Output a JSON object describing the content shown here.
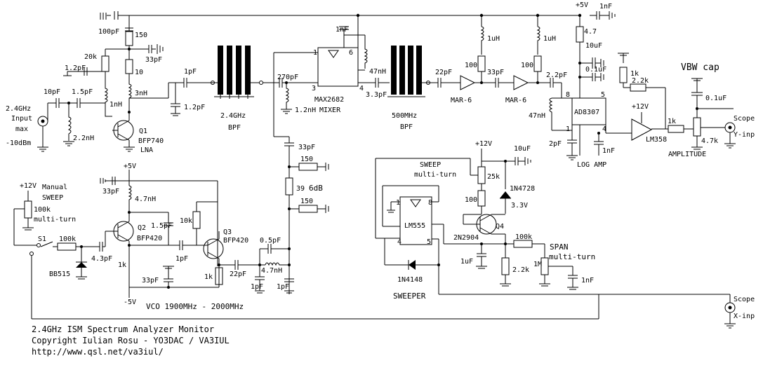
{
  "title_lines": [
    "2.4GHz ISM Spectrum Analyzer Monitor",
    "Copyright Iulian Rosu - YO3DAC / VA3IUL",
    "http://www.qsl.net/va3iul/"
  ],
  "input_label": [
    "2.4GHz",
    "Input",
    "max",
    "-10dBm"
  ],
  "lna": {
    "c_in": "10pF",
    "l_shunt": "2.2nH",
    "c_series": "1.5pF",
    "l_coil": "1nH",
    "r_bias": "20k",
    "c_bias": "1.2pF",
    "c_top": "100pF",
    "r_top": "150",
    "c_dec": "33pF",
    "r_10": "10",
    "l_3n": "3nH",
    "c_out": "1pF",
    "c_shunt": "1.2pF",
    "q_name": "Q1",
    "q_part": "BFP740",
    "block": "LNA"
  },
  "bpf1": {
    "label": "2.4GHz",
    "sub": "BPF"
  },
  "mixer": {
    "c_in": "270pF",
    "l_in": "1.2nH",
    "c_lo": "33pF",
    "c_top": "1nF",
    "l_47": "47nH",
    "c_out": "3.3pF",
    "part": "MAX2682",
    "block": "MIXER",
    "pins": [
      "1",
      "3",
      "6",
      "4"
    ]
  },
  "bpf2": {
    "label": "500MHz",
    "sub": "BPF"
  },
  "ifamp": {
    "c1": "22pF",
    "l1": "1uH",
    "r1": "100",
    "c2": "33pF",
    "l2": "1uH",
    "r2": "100",
    "c3": "2.2pF",
    "amp1": "MAR-6",
    "amp2": "MAR-6"
  },
  "logamp": {
    "l47": "47nH",
    "c2": "2pF",
    "c_out": "1nF",
    "part": "AD8307",
    "block": "LOG AMP",
    "pins": [
      "8",
      "5",
      "1",
      "4"
    ],
    "r_sup": "4.7",
    "c_sup1": "10uF",
    "c_sup2": "0.1uF",
    "v5": "+5V",
    "c_top": "1nF"
  },
  "video": {
    "r1": "1k",
    "r2": "2.2k",
    "v12": "+12V",
    "r3": "1k",
    "opamp": "LM358",
    "pot": "4.7k",
    "pot_label": "AMPLITUDE",
    "vbw": "VBW cap",
    "c_vbw": "0.1uF",
    "scope_y": [
      "Scope",
      "Y-inp"
    ]
  },
  "vco": {
    "v5": "+5V",
    "c_dec": "33pF",
    "l_47": "4.7nH",
    "c_fb": "1.5pF",
    "r_10k": "10k",
    "q2": "Q2",
    "q2_part": "BFP420",
    "q3": "Q3",
    "q3_part": "BFP420",
    "c_coup": "1pF",
    "c_43": "4.3pF",
    "r_1k": "1k",
    "c_33": "33pF",
    "r_1k2": "1k",
    "c_22": "22pF",
    "c_05": "0.5pF",
    "l_47b": "4.7nH",
    "c_1a": "1pF",
    "c_1b": "1pF",
    "v_neg": "-5V",
    "caption": "VCO 1900MHz - 2000MHz",
    "varactor": "BB515",
    "r_100k": "100k",
    "c_33top": "33pF"
  },
  "att": {
    "c": "33pF",
    "r1": "150",
    "r2": "39",
    "r3": "150",
    "label": "6dB"
  },
  "sweep_manual": {
    "v12": "+12V",
    "label": [
      "Manual",
      "SWEEP"
    ],
    "pot": "100k",
    "pot_label": "multi-turn",
    "switch": "S1"
  },
  "sweeper": {
    "v12": "+12V",
    "c10": "10uF",
    "label": [
      "SWEEP",
      "multi-turn"
    ],
    "pot": "25k",
    "r100": "100",
    "zener": "1N4728",
    "zv": "3.3V",
    "ic": "LM555",
    "pins": [
      "1",
      "8",
      "4",
      "5"
    ],
    "q4": "Q4",
    "q4_part": "2N2904",
    "r100k": "100k",
    "span": [
      "SPAN",
      "multi-turn"
    ],
    "pot1m": "1M",
    "c1n": "1nF",
    "c1u": "1uF",
    "r22": "2.2k",
    "diode": "1N4148",
    "block": "SWEEPER",
    "scope_x": [
      "Scope",
      "X-inp"
    ]
  }
}
